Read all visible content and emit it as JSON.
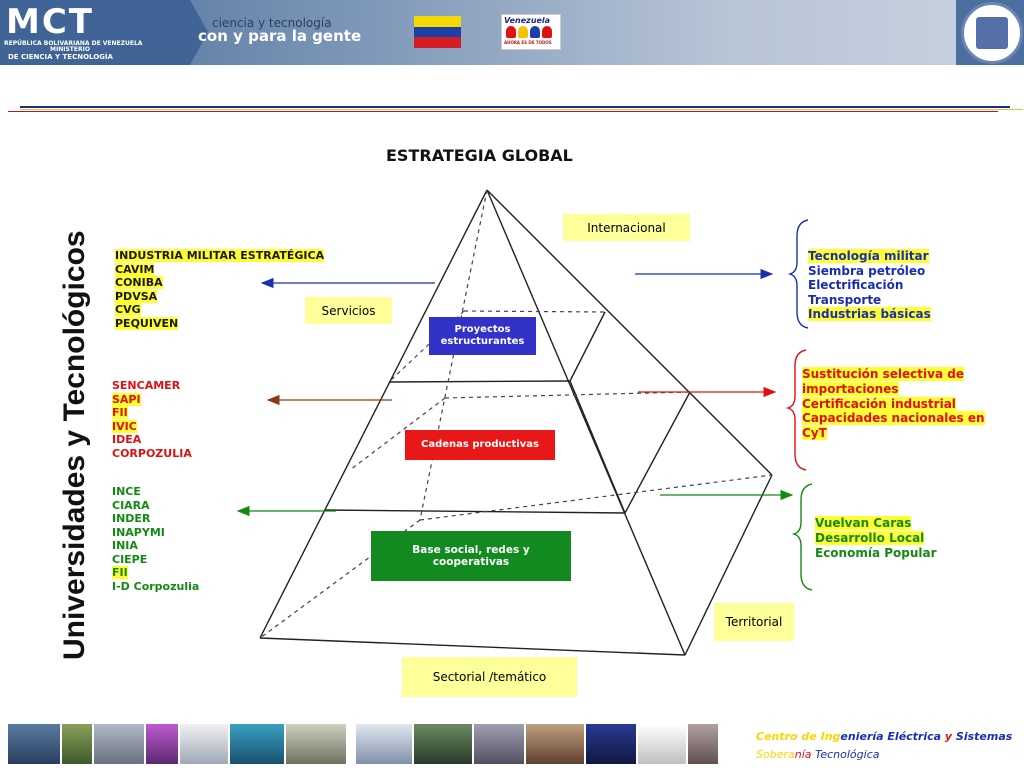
{
  "header": {
    "logo_letters": "MCT",
    "logo_sub1": "REPÚBLICA BOLIVARIANA DE VENEZUELA",
    "logo_sub2": "MINISTERIO",
    "logo_sub3": "DE CIENCIA Y TECNOLOGÍA",
    "slogan_line1": "ciencia y tecnología",
    "slogan_line2": "con y para la gente",
    "venezuela_logo": "Venezuela",
    "venezuela_sub": "AHORA ES DE TODOS"
  },
  "diagram": {
    "title": "ESTRATEGIA GLOBAL",
    "vertical_title": "Universidades y Tecnológicos",
    "tags": {
      "internacional": "Internacional",
      "servicios": "Servicios",
      "territorial": "Territorial",
      "sectorial": "Sectorial /temático"
    },
    "boxes": {
      "proyectos": "Proyectos estructurantes",
      "cadenas": "Cadenas productivas",
      "base": "Base social, redes y cooperativas"
    },
    "left_groups": [
      {
        "color": "#1a1a1a",
        "items": [
          {
            "text": "INDUSTRIA MILITAR ESTRATÉGICA",
            "highlight": true
          },
          {
            "text": "CAVIM",
            "highlight": true
          },
          {
            "text": "CONIBA",
            "highlight": true
          },
          {
            "text": "PDVSA",
            "highlight": true
          },
          {
            "text": "CVG",
            "highlight": true
          },
          {
            "text": "PEQUIVEN",
            "highlight": true
          }
        ]
      },
      {
        "color": "#e01010",
        "items": [
          {
            "text": "SENCAMER",
            "highlight": false
          },
          {
            "text": "SAPI",
            "highlight": true
          },
          {
            "text": "FII",
            "highlight": true
          },
          {
            "text": "IVIC",
            "highlight": true
          },
          {
            "text": "IDEA",
            "highlight": false
          },
          {
            "text": "CORPOZULIA",
            "highlight": false
          }
        ]
      },
      {
        "color": "#138a13",
        "items": [
          {
            "text": "INCE",
            "highlight": false
          },
          {
            "text": "CIARA",
            "highlight": false
          },
          {
            "text": "INDER",
            "highlight": false
          },
          {
            "text": "INAPYMI",
            "highlight": false
          },
          {
            "text": "INIA",
            "highlight": false
          },
          {
            "text": "CIEPE",
            "highlight": false
          },
          {
            "text": "FII",
            "highlight": true
          },
          {
            "text": "I-D Corpozulia",
            "highlight": false
          }
        ]
      }
    ],
    "right_groups": [
      {
        "color": "#1a2fb0",
        "items": [
          {
            "text": "Tecnología militar",
            "highlight": true
          },
          {
            "text": "Siembra petróleo",
            "highlight": false
          },
          {
            "text": "Electrificación",
            "highlight": false
          },
          {
            "text": "Transporte",
            "highlight": false
          },
          {
            "text": "Industrias básicas",
            "highlight": true
          }
        ]
      },
      {
        "color": "#e01010",
        "items": [
          {
            "text": "Sustitución selectiva de",
            "highlight": true
          },
          {
            "text": "importaciones",
            "highlight": true
          },
          {
            "text": "Certificación industrial",
            "highlight": true
          },
          {
            "text": "Capacidades nacionales en",
            "highlight": true
          },
          {
            "text": "CyT",
            "highlight": true
          }
        ]
      },
      {
        "color": "#138a13",
        "items": [
          {
            "text": "Vuelvan Caras",
            "highlight": true
          },
          {
            "text": "Desarrollo Local",
            "highlight": true
          },
          {
            "text": "Economía Popular",
            "highlight": false
          }
        ]
      }
    ]
  },
  "footer": {
    "center_parts": [
      {
        "text": "Centro de ",
        "color": "#ffd400"
      },
      {
        "text": "Ing",
        "color": "#ffd400"
      },
      {
        "text": "eniería ",
        "color": "#1a2fb0"
      },
      {
        "text": "Eléctrica ",
        "color": "#1a2fb0"
      },
      {
        "text": "y ",
        "color": "#e01010"
      },
      {
        "text": "Sistemas",
        "color": "#1a2fb0"
      }
    ],
    "tag_parts": [
      {
        "text": "Sobera",
        "color": "#ffd400"
      },
      {
        "text": "nía ",
        "color": "#e01010"
      },
      {
        "text": "Tecnológica",
        "color": "#1a2fb0"
      }
    ]
  },
  "colors": {
    "blue": "#1a2fb0",
    "red": "#e01010",
    "green": "#138a13",
    "brown": "#8a3a0a",
    "box_blue": "#3232c8",
    "box_red": "#e81818",
    "box_green": "#138a1f",
    "highlight": "#ffff33",
    "tag_bg": "#ffff99"
  }
}
